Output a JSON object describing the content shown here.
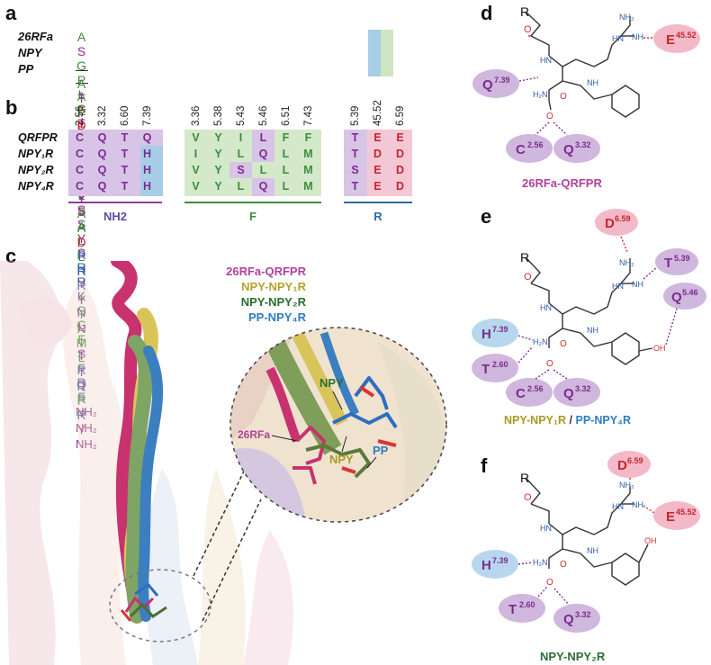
{
  "panels": {
    "a": "a",
    "b": "b",
    "c": "c",
    "d": "d",
    "e": "e",
    "f": "f"
  },
  "seq_align": {
    "rows": [
      {
        "name": "26RFa",
        "residues": [
          "A",
          "S",
          "G",
          "P",
          "L",
          "G",
          "T",
          "L",
          "A",
          "E",
          "E",
          "L",
          "S",
          "S",
          "Y",
          "S",
          "R",
          "R",
          "K",
          "G",
          "G",
          "F",
          "S",
          "F",
          "R",
          "F"
        ],
        "end": "NH₂"
      },
      {
        "name": "NPY",
        "residues": [
          "—",
          "A",
          "E",
          "D",
          "M",
          "A",
          "R",
          "Y",
          "Y",
          "S",
          "A",
          "L",
          "R",
          "H",
          "Y",
          "I",
          "N",
          "L",
          "I",
          "T",
          "R",
          "Q",
          "R",
          "Y"
        ],
        "end": "NH₂"
      },
      {
        "name": "PP",
        "residues": [
          "—",
          "A",
          "T",
          "P",
          "E",
          "Q",
          "M",
          "A",
          "Q",
          "Y",
          "A",
          "A",
          "D",
          "L",
          "R",
          "R",
          "Y",
          "I",
          "N",
          "M",
          "L",
          "T",
          "R",
          "P",
          "R",
          "Y"
        ],
        "end": "NH₂"
      }
    ],
    "colors": {
      "hydrophobic": "#3d8c3d",
      "polar": "#8b2f8b",
      "charged_neg": "#c4262e",
      "charged_pos": "#2f5aa8",
      "neutral": "#5a5aa8"
    }
  },
  "residue_table": {
    "positions": {
      "nh2": [
        "2.56",
        "3.32",
        "6.60",
        "7.39"
      ],
      "f": [
        "3.36",
        "5.38",
        "5.43",
        "5.46",
        "6.51",
        "7.43"
      ],
      "r": [
        "5.39",
        "45.52",
        "6.59"
      ]
    },
    "receptors": [
      "QRFPR",
      "NPY₁R",
      "NPY₂R",
      "NPY₄R"
    ],
    "nh2_values": [
      [
        "C",
        "Q",
        "T",
        "Q"
      ],
      [
        "C",
        "Q",
        "T",
        "H"
      ],
      [
        "C",
        "Q",
        "T",
        "H"
      ],
      [
        "C",
        "Q",
        "T",
        "H"
      ]
    ],
    "f_values": [
      [
        "V",
        "Y",
        "I",
        "L",
        "F",
        "F"
      ],
      [
        "I",
        "Y",
        "L",
        "Q",
        "L",
        "M"
      ],
      [
        "V",
        "Y",
        "S",
        "L",
        "L",
        "M"
      ],
      [
        "V",
        "Y",
        "L",
        "Q",
        "L",
        "M"
      ]
    ],
    "r_values": [
      [
        "T",
        "E",
        "E"
      ],
      [
        "T",
        "D",
        "D"
      ],
      [
        "S",
        "E",
        "D"
      ],
      [
        "T",
        "E",
        "D"
      ]
    ],
    "group_labels": {
      "nh2": "NH2",
      "f": "F",
      "r": "R"
    },
    "group_colors": {
      "nh2": "#5a4fa0",
      "f": "#3d8c3d",
      "r": "#2f6aa8"
    }
  },
  "structure_legend": [
    {
      "label": "26RFa-QRFPR",
      "color": "#b1429c"
    },
    {
      "label": "NPY-NPY₁R",
      "color": "#b5a22b"
    },
    {
      "label": "NPY-NPY₂R",
      "color": "#2c6e32"
    },
    {
      "label": "PP-NPY₄R",
      "color": "#2e7cc4"
    }
  ],
  "inset_labels": {
    "npy_top": "NPY",
    "npy_mid": "NPY",
    "pp": "PP",
    "rfa": "26RFa"
  },
  "diagram_d": {
    "title": "26RFa-QRFPR",
    "r_group": "R",
    "residues": {
      "e": "E",
      "e_sup": "45.52",
      "q739": "Q",
      "q739_sup": "7.39",
      "c": "C",
      "c_sup": "2.56",
      "q332": "Q",
      "q332_sup": "3.32"
    },
    "atoms": {
      "nh": "NH",
      "hn": "HN",
      "nh2": "NH₂",
      "h2n": "H₂N",
      "o": "O"
    }
  },
  "diagram_e": {
    "title_a": "NPY-NPY₁R",
    "title_sep": " / ",
    "title_b": "PP-NPY₄R",
    "r_group": "R",
    "residues": {
      "d": "D",
      "d_sup": "6.59",
      "t539": "T",
      "t539_sup": "5.39",
      "q546": "Q",
      "q546_sup": "5.46",
      "h": "H",
      "h_sup": "7.39",
      "t260": "T",
      "t260_sup": "2.60",
      "c": "C",
      "c_sup": "2.56",
      "q332": "Q",
      "q332_sup": "3.32"
    },
    "atoms": {
      "oh": "OH",
      "nh": "NH",
      "hn": "HN",
      "nh2": "NH₂",
      "h2n": "H₂N",
      "o": "O"
    }
  },
  "diagram_f": {
    "title": "NPY-NPY₂R",
    "r_group": "R",
    "residues": {
      "d": "D",
      "d_sup": "6.59",
      "e": "E",
      "e_sup": "45.52",
      "h": "H",
      "h_sup": "7.39",
      "t260": "T",
      "t260_sup": "2.60",
      "q332": "Q",
      "q332_sup": "3.32"
    },
    "atoms": {
      "oh": "OH",
      "nh": "NH",
      "hn": "HN",
      "nh2": "NH₂",
      "h2n": "H₂N",
      "o": "O"
    }
  }
}
